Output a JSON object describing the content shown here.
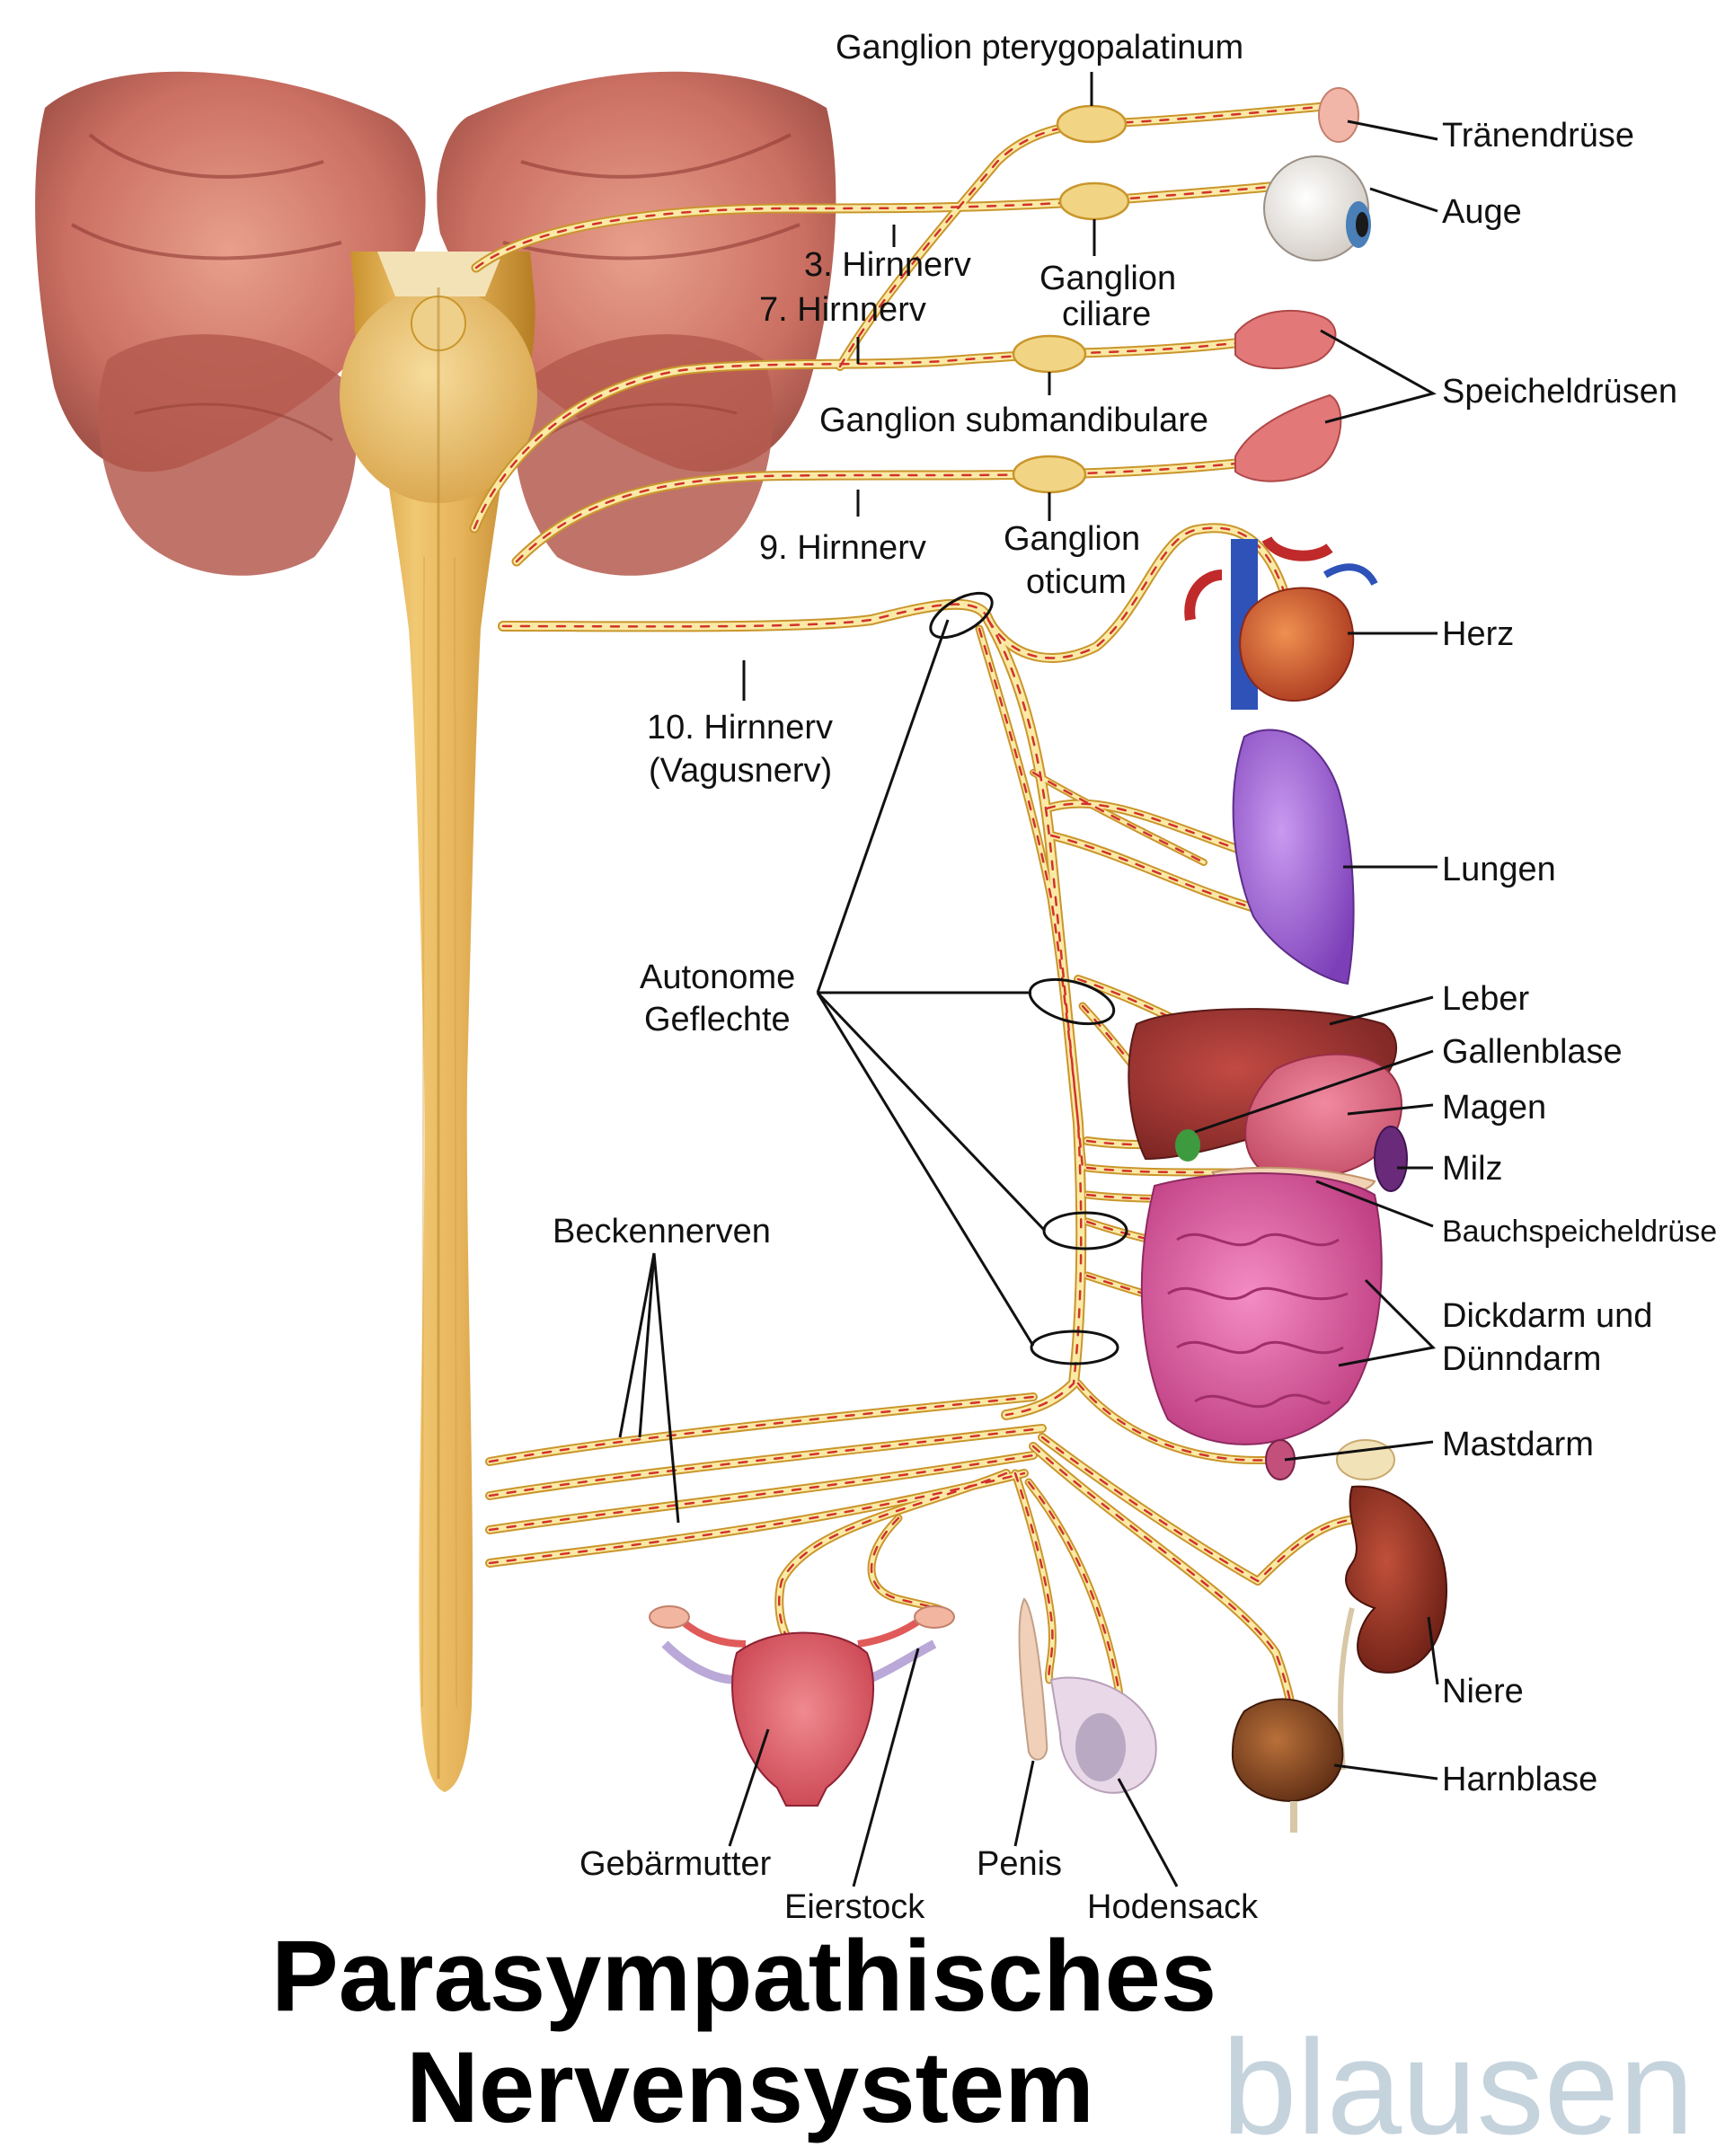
{
  "labels": {
    "ganglion_pterygopalatinum": "Ganglion pterygopalatinum",
    "traenendruese": "Tränendrüse",
    "auge": "Auge",
    "hirnnerv_3": "3. Hirnnerv",
    "hirnnerv_7": "7. Hirnnerv",
    "ganglion_ciliare_1": "Ganglion",
    "ganglion_ciliare_2": "ciliare",
    "speicheldruesen": "Speicheldrüsen",
    "ganglion_submandibulare": "Ganglion submandibulare",
    "hirnnerv_9": "9. Hirnnerv",
    "ganglion_oticum_1": "Ganglion",
    "ganglion_oticum_2": "oticum",
    "herz": "Herz",
    "hirnnerv_10_1": "10. Hirnnerv",
    "hirnnerv_10_2": "(Vagusnerv)",
    "lungen": "Lungen",
    "autonome_geflechte_1": "Autonome",
    "autonome_geflechte_2": "Geflechte",
    "leber": "Leber",
    "gallenblase": "Gallenblase",
    "magen": "Magen",
    "milz": "Milz",
    "bauchspeicheldruese": "Bauchspeicheldrüse",
    "beckennerven": "Beckennerven",
    "dickdarm_1": "Dickdarm und",
    "dickdarm_2": "Dünndarm",
    "mastdarm": "Mastdarm",
    "niere": "Niere",
    "harnblase": "Harnblase",
    "gebaermutter": "Gebärmutter",
    "penis": "Penis",
    "eierstock": "Eierstock",
    "hodensack": "Hodensack"
  },
  "title": {
    "line1": "Parasympathisches",
    "line2": "Nervensystem"
  },
  "brand": "blausen",
  "colors": {
    "nerve_outline": "#c9962c",
    "nerve_fill": "#fbeaa6",
    "nerve_core": "#d2322b",
    "spinal_cord": "#e8b85a",
    "brain": "#c9695a",
    "heart": "#c8502a",
    "lung": "#9b5fd0",
    "liver": "#8e2f2a",
    "intestine": "#d9488e",
    "kidney": "#8b2a1e",
    "bladder": "#7a3b1c"
  }
}
